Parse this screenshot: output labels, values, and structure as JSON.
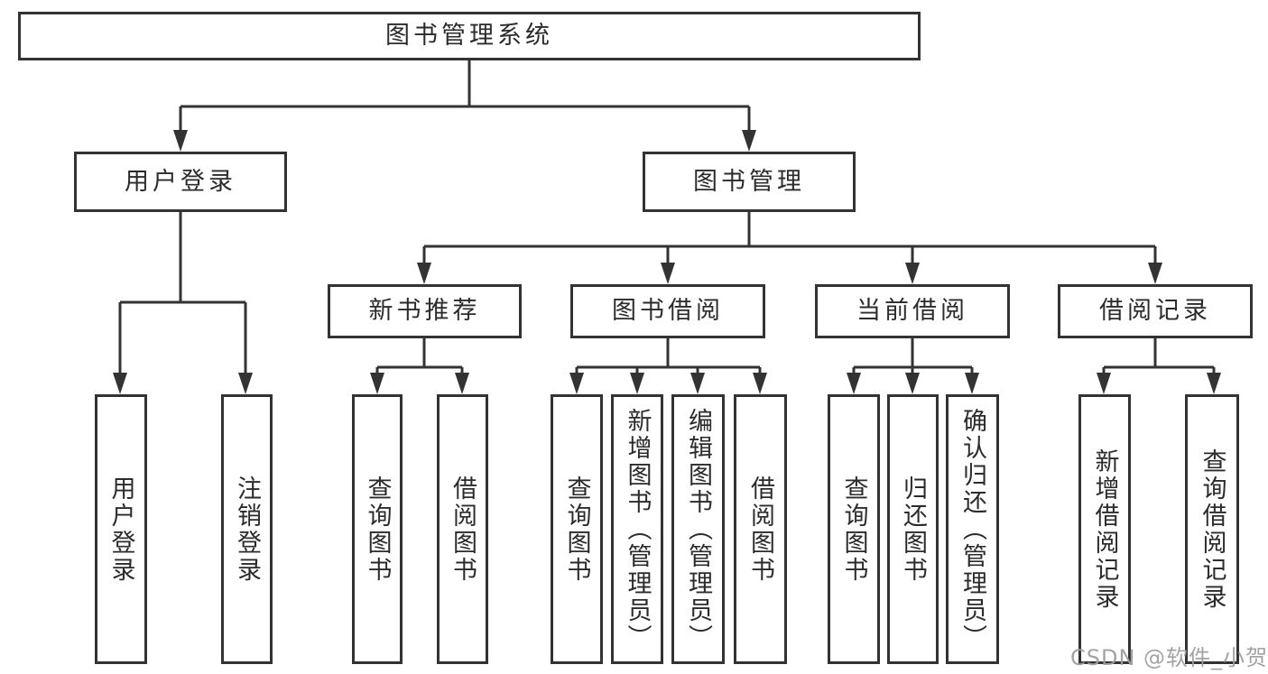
{
  "diagram": {
    "root": {
      "label": "图书管理系统"
    },
    "branches": [
      {
        "label": "用户登录",
        "children": [
          "用户登录",
          "注销登录"
        ]
      },
      {
        "label": "图书管理",
        "groups": [
          {
            "label": "新书推荐",
            "children": [
              "查询图书",
              "借阅图书"
            ]
          },
          {
            "label": "图书借阅",
            "children": [
              "查询图书",
              "新增图书（管理员）",
              "编辑图书（管理员）",
              "借阅图书"
            ]
          },
          {
            "label": "当前借阅",
            "children": [
              "查询图书",
              "归还图书",
              "确认归还（管理员）"
            ]
          },
          {
            "label": "借阅记录",
            "children": [
              "新增借阅记录",
              "查询借阅记录"
            ]
          }
        ]
      }
    ]
  },
  "watermark": "CSDN @软件_小贺同学",
  "colors": {
    "line": "#333333",
    "text": "#2b2b2b",
    "watermark": "#9e9e9e",
    "background": "#ffffff"
  }
}
